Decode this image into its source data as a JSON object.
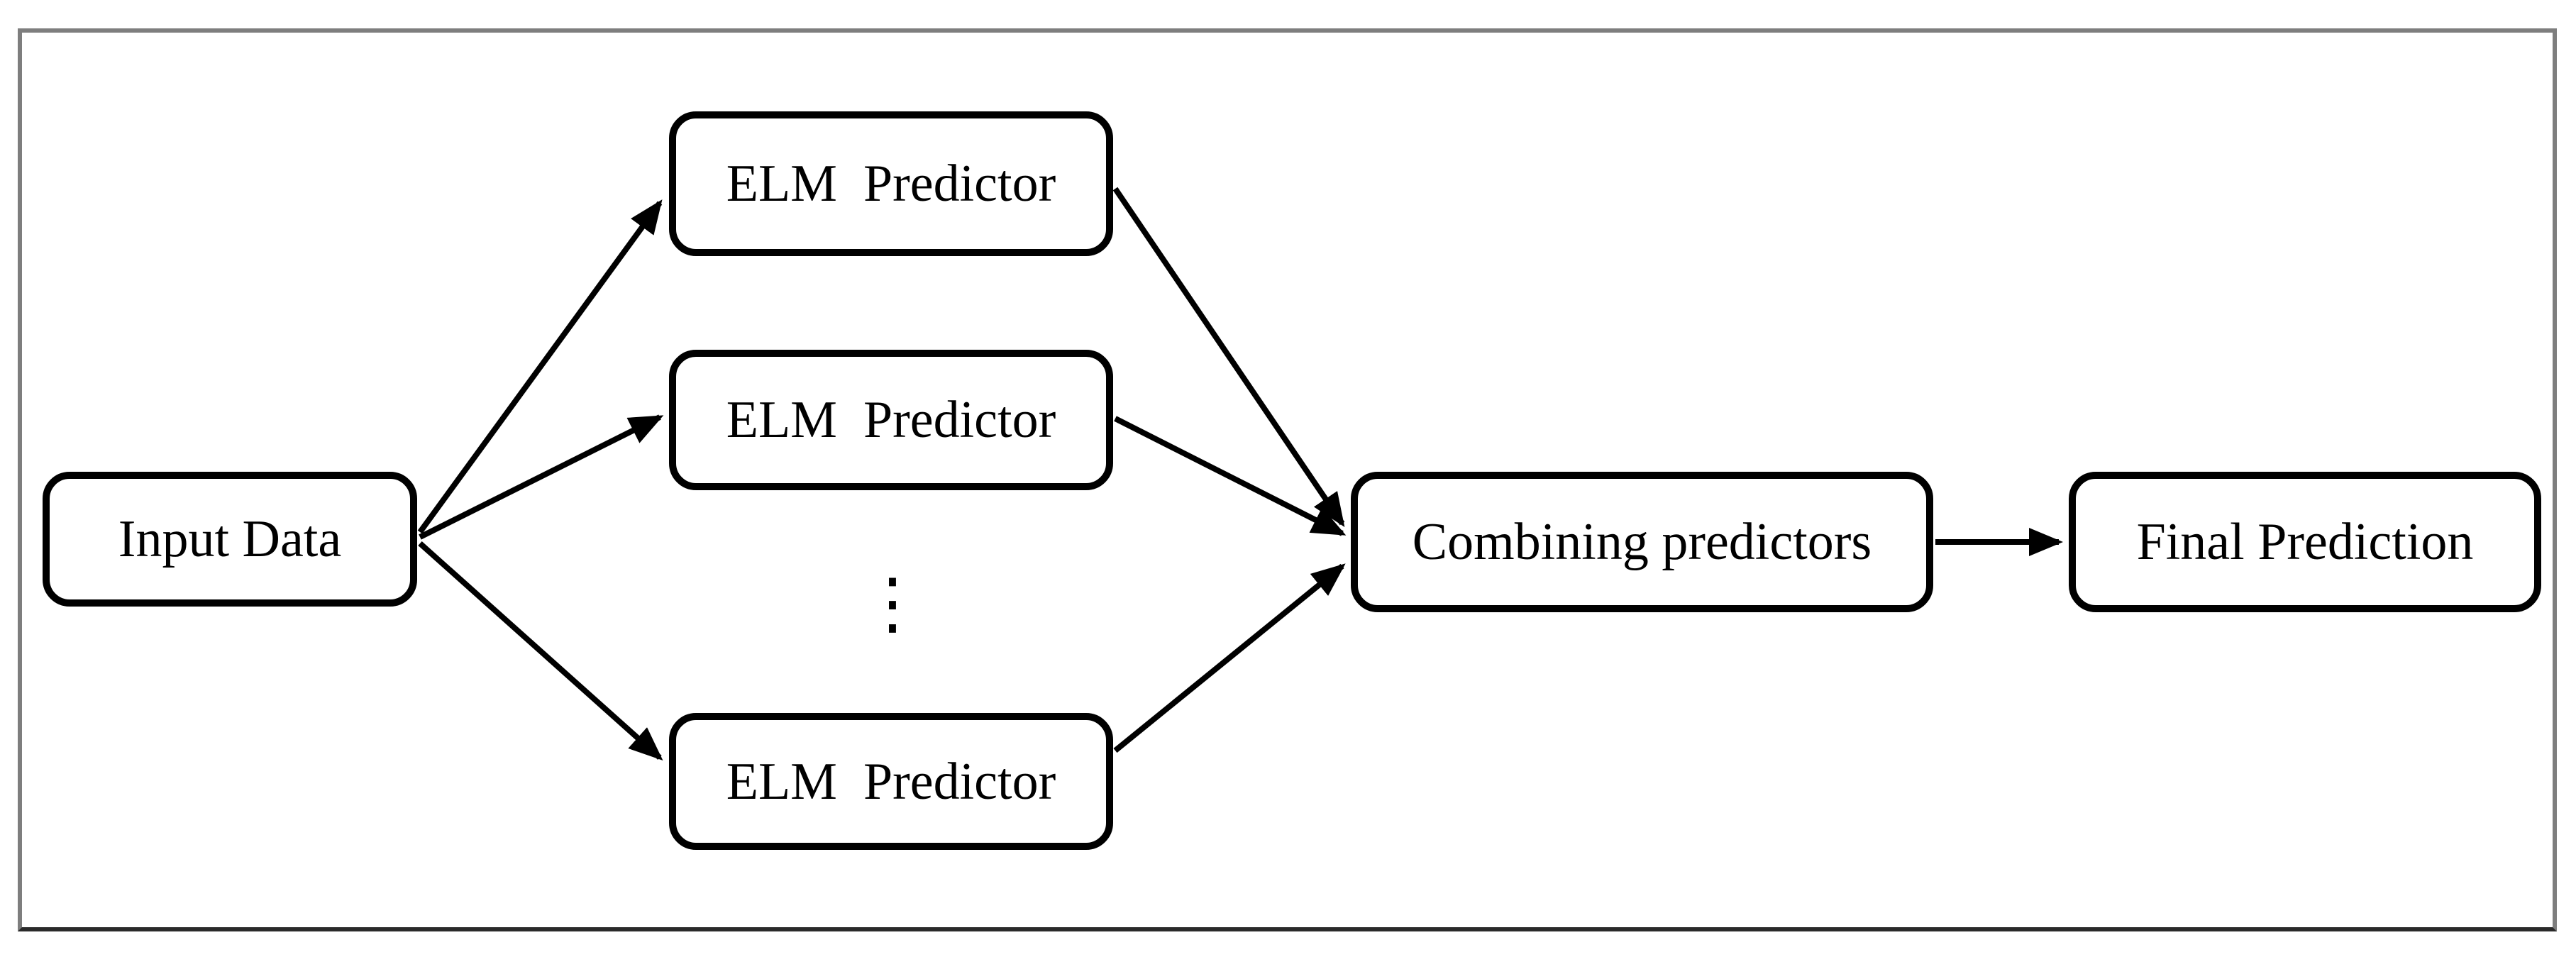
{
  "diagram": {
    "type": "flow-diagram",
    "nodes": [
      {
        "id": "input-data",
        "label": "Input Data"
      },
      {
        "id": "elm-predictor-1",
        "label": "ELM  Predictor"
      },
      {
        "id": "elm-predictor-2",
        "label": "ELM  Predictor"
      },
      {
        "id": "elm-predictor-3",
        "label": "ELM  Predictor"
      },
      {
        "id": "combining-predictors",
        "label": "Combining predictors"
      },
      {
        "id": "final-prediction",
        "label": "Final Prediction"
      }
    ],
    "ellipsis": "⋮",
    "edges": [
      {
        "from": "input-data",
        "to": "elm-predictor-1"
      },
      {
        "from": "input-data",
        "to": "elm-predictor-2"
      },
      {
        "from": "input-data",
        "to": "elm-predictor-3"
      },
      {
        "from": "elm-predictor-1",
        "to": "combining-predictors"
      },
      {
        "from": "elm-predictor-2",
        "to": "combining-predictors"
      },
      {
        "from": "elm-predictor-3",
        "to": "combining-predictors"
      },
      {
        "from": "combining-predictors",
        "to": "final-prediction"
      }
    ],
    "colors": {
      "box_border": "#000000",
      "box_fill": "#ffffff",
      "text": "#000000",
      "arrow": "#000000",
      "outer_frame": "#7e7e7e"
    }
  }
}
